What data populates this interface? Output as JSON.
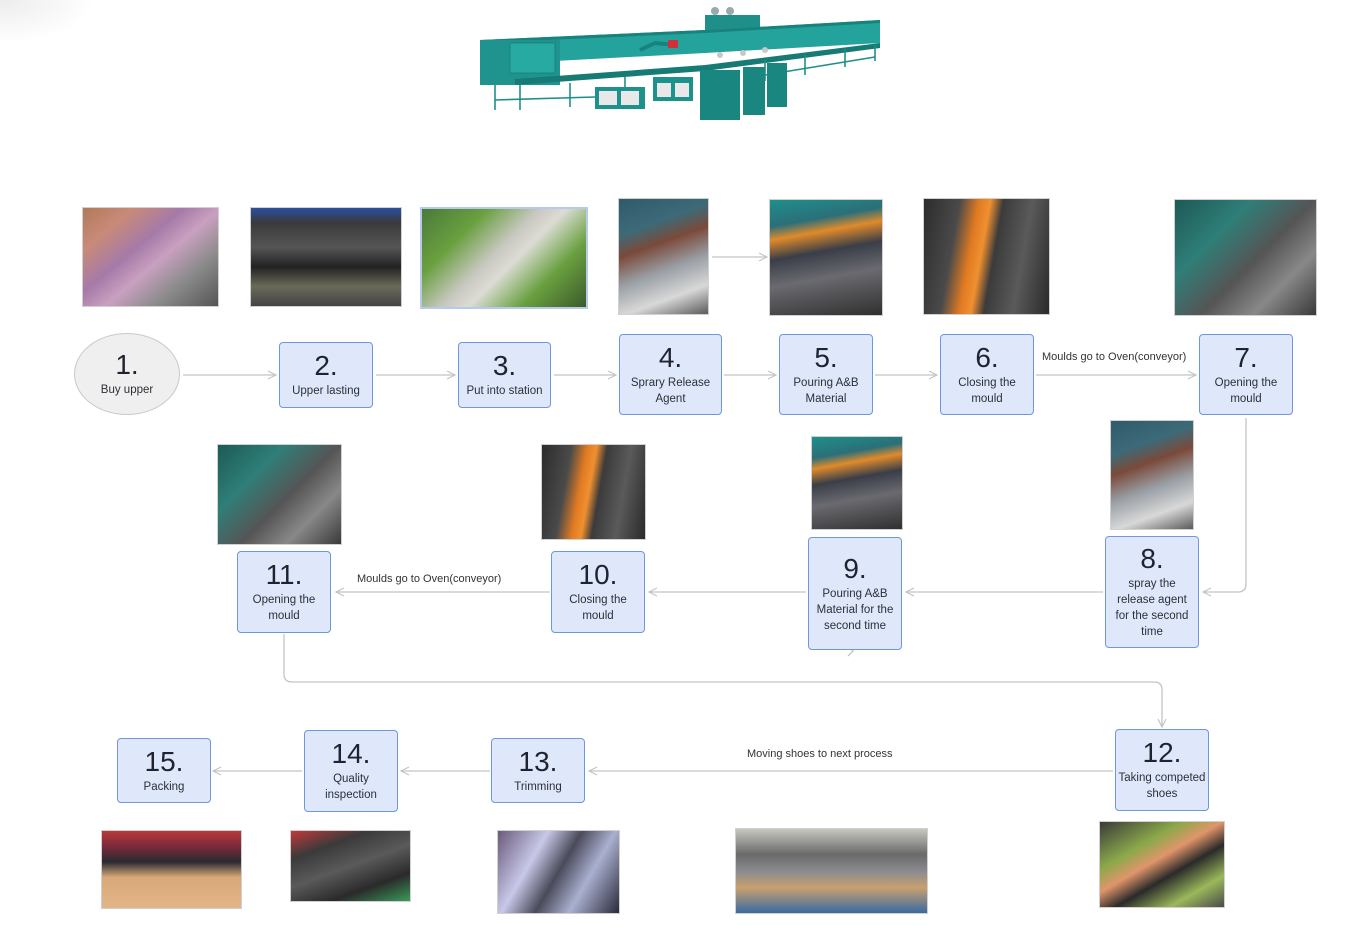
{
  "header_image": {
    "alt": "Green automatic PU shoe injection production line machine"
  },
  "steps": [
    {
      "num": "1.",
      "label": "Buy upper"
    },
    {
      "num": "2.",
      "label": "Upper lasting"
    },
    {
      "num": "3.",
      "label": "Put into station"
    },
    {
      "num": "4.",
      "label": "Sprary Release Agent"
    },
    {
      "num": "5.",
      "label": "Pouring A&B Material"
    },
    {
      "num": "6.",
      "label": "Closing the mould"
    },
    {
      "num": "7.",
      "label": "Opening the mould"
    },
    {
      "num": "8.",
      "label": "spray the release agent for the second time"
    },
    {
      "num": "9.",
      "label": "Pouring A&B Material for the second time"
    },
    {
      "num": "10.",
      "label": "Closing the mould"
    },
    {
      "num": "11.",
      "label": "Opening the mould"
    },
    {
      "num": "12.",
      "label": "Taking competed shoes"
    },
    {
      "num": "13.",
      "label": "Trimming"
    },
    {
      "num": "14.",
      "label": "Quality inspection"
    },
    {
      "num": "15.",
      "label": "Packing"
    }
  ],
  "edge_labels": {
    "e6_7": "Moulds go to Oven(conveyor)",
    "e10_11": "Moulds go to Oven(conveyor)",
    "e12_13": "Moving shoes to next process"
  },
  "photos": [
    {
      "id": "buy-upper-photo",
      "desc": "Hands holding purple shoe upper"
    },
    {
      "id": "upper-lasting-photo",
      "desc": "Worker lasting a black shoe on machine"
    },
    {
      "id": "put-station-photo",
      "desc": "Gloved hand placing last into green mould"
    },
    {
      "id": "spray-agent-photo",
      "desc": "Moulds on conveyor being sprayed"
    },
    {
      "id": "pouring-photo",
      "desc": "Pouring head over mould"
    },
    {
      "id": "closing-photo",
      "desc": "Orange arm closing mould"
    },
    {
      "id": "opening-photo",
      "desc": "Open mould with sole"
    },
    {
      "id": "spray-second-photo",
      "desc": "Spraying release agent second time"
    },
    {
      "id": "pouring-second-photo",
      "desc": "Pouring second time"
    },
    {
      "id": "closing-second-photo",
      "desc": "Closing the mould second time"
    },
    {
      "id": "opening-second-photo",
      "desc": "Opening the mould second time"
    },
    {
      "id": "taking-shoes-photo",
      "desc": "Taking finished shoe out of green mould"
    },
    {
      "id": "moving-shoes-photo",
      "desc": "Shoes moving on conveyor trays"
    },
    {
      "id": "trimming-photo",
      "desc": "Trimming sole edge with blade"
    },
    {
      "id": "quality-photo",
      "desc": "Inspecting black shoes"
    },
    {
      "id": "packing-photo",
      "desc": "Packing shoes into cardboard box"
    }
  ],
  "colors": {
    "node_fill": "#dfe8fb",
    "node_border": "#6f96e0",
    "start_fill": "#efefef",
    "start_border": "#c9c9c9",
    "connector": "#c4c4c4",
    "machine_teal": "#1f9a94"
  }
}
